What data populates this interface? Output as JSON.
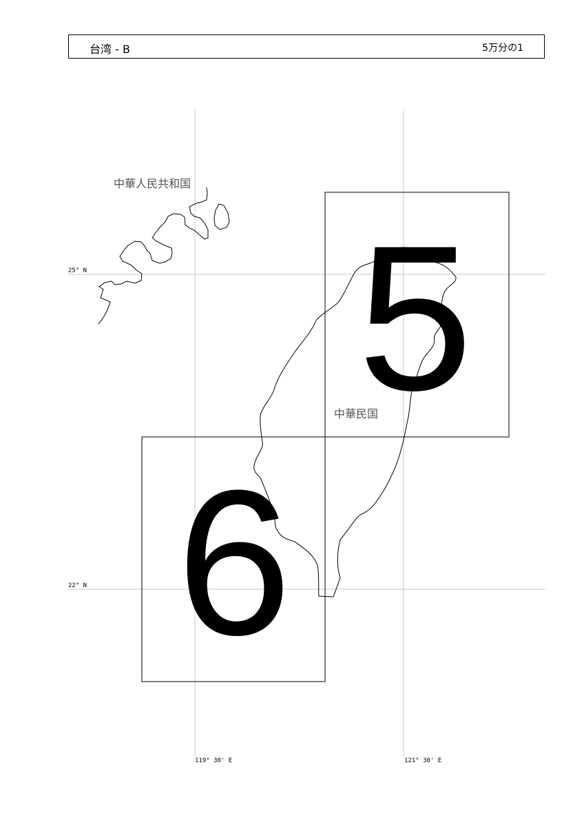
{
  "header": {
    "title": "台湾 - B",
    "scale": "5万分の1"
  },
  "grid": {
    "lat_labels": [
      "25° N",
      "22° N"
    ],
    "lon_labels": [
      "119° 30' E",
      "121° 30' E"
    ]
  },
  "labels": {
    "prc": "中華人民共和国",
    "roc": "中華民国"
  },
  "sheets": [
    {
      "number": "5"
    },
    {
      "number": "6"
    }
  ],
  "colors": {
    "grid": "#c8c8c8",
    "coast": "#000000",
    "country_label": "#555555"
  }
}
